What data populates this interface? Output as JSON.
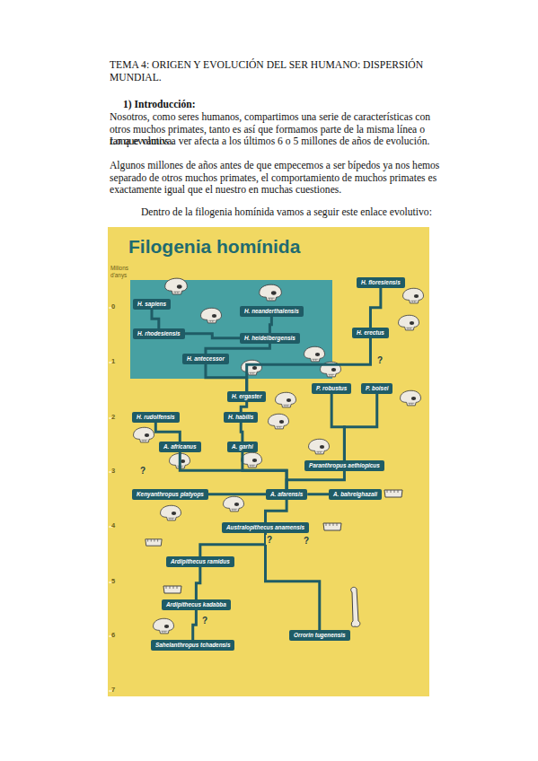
{
  "diagram": {
    "title": "Filogenia homínida",
    "nodes": [
      {
        "text": [
          "H. floresiensis"
        ]
      },
      {
        "text": [
          "H. sapiens"
        ]
      },
      {
        "text": [
          "H. neanderthalensis"
        ]
      },
      {
        "text": [
          "H. erectus"
        ]
      },
      {
        "text": [
          "H. rhodesiensis"
        ]
      },
      {
        "text": [
          "H. heidelbergensis"
        ]
      },
      {
        "text": [
          "H. antecessor"
        ]
      },
      {
        "text": [
          "P. robustus"
        ]
      },
      {
        "text": [
          "P. boisei"
        ]
      },
      {
        "text": [
          "H. ergaster"
        ]
      },
      {
        "text": [
          "H. rudolfensis"
        ]
      },
      {
        "text": [
          "H. habilis"
        ]
      },
      {
        "text": [
          "A. africanus"
        ]
      },
      {
        "text": [
          "A. garhi"
        ]
      },
      {
        "text": [
          "Paranthropus aethiopicus"
        ]
      },
      {
        "text": [
          "Kenyanthropus platyops"
        ]
      },
      {
        "text": [
          "A. afarensis"
        ]
      },
      {
        "text": [
          "A. bahrelghazali"
        ]
      },
      {
        "text": [
          "Australopithecus anamensis"
        ]
      },
      {
        "text": [
          "Ardipithecus ramidus"
        ]
      },
      {
        "text": [
          "Ardipithecus kadabba"
        ]
      },
      {
        "text": [
          "Orrorin tugenensis"
        ]
      },
      {
        "text": [
          "Sahelanthropus tchadensis"
        ]
      }
    ],
    "edges": [
      {
        "from": 22,
        "to": 20,
        "arrow": "none"
      },
      {
        "from": 20,
        "to": 19,
        "arrow": "none"
      },
      {
        "from": 19,
        "to": 18,
        "arrow": "none"
      },
      {
        "from": 21,
        "to": 18,
        "arrow": "none"
      },
      {
        "from": 18,
        "to": 16,
        "arrow": "none"
      },
      {
        "from": 16,
        "to": 15,
        "arrow": "none"
      },
      {
        "from": 16,
        "to": 17,
        "arrow": "none"
      },
      {
        "from": 16,
        "to": 12,
        "arrow": "none"
      },
      {
        "from": 16,
        "to": 13,
        "arrow": "none"
      },
      {
        "from": 16,
        "to": 14,
        "arrow": "none"
      },
      {
        "from": 14,
        "to": 7,
        "arrow": "none"
      },
      {
        "from": 14,
        "to": 8,
        "arrow": "none"
      },
      {
        "from": 12,
        "to": 10,
        "arrow": "none"
      },
      {
        "from": 13,
        "to": 11,
        "arrow": "none"
      },
      {
        "from": 11,
        "to": 9,
        "arrow": "none"
      },
      {
        "from": 9,
        "to": 3,
        "arrow": "none"
      },
      {
        "from": 3,
        "to": 0,
        "arrow": "none"
      },
      {
        "from": 9,
        "to": 6,
        "arrow": "none"
      },
      {
        "from": 6,
        "to": 5,
        "arrow": "none"
      },
      {
        "from": 5,
        "to": 2,
        "arrow": "none"
      },
      {
        "from": 5,
        "to": 4,
        "arrow": "none"
      },
      {
        "from": 4,
        "to": 1,
        "arrow": "none"
      }
    ],
    "labels": [
      "TEMA 4: ORIGEN Y EVOLUCIÓN DEL SER HUMANO: DISPERSIÓN MUNDIAL.",
      "1) Introducción:",
      "Nosotros, como seres humanos, compartimos una serie de características con otros muchos primates, tanto es así que formamos parte de la misma línea o rama evolutiva.",
      "Lo que vamos a ver afecta a los últimos 6 o 5 millones de años de evolución.",
      "Algunos millones de años antes de que empecemos a ser bípedos ya nos hemos separado de otros muchos primates, el comportamiento de muchos primates es exactamente igual que el nuestro en muchas cuestiones.",
      "Dentro de la filogenia homínida vamos a seguir este enlace evolutivo:",
      "Milions d'anys",
      "0",
      "1",
      "2",
      "3",
      "4",
      "5",
      "6",
      "7",
      "?",
      "?",
      "?",
      "?",
      "?"
    ]
  }
}
